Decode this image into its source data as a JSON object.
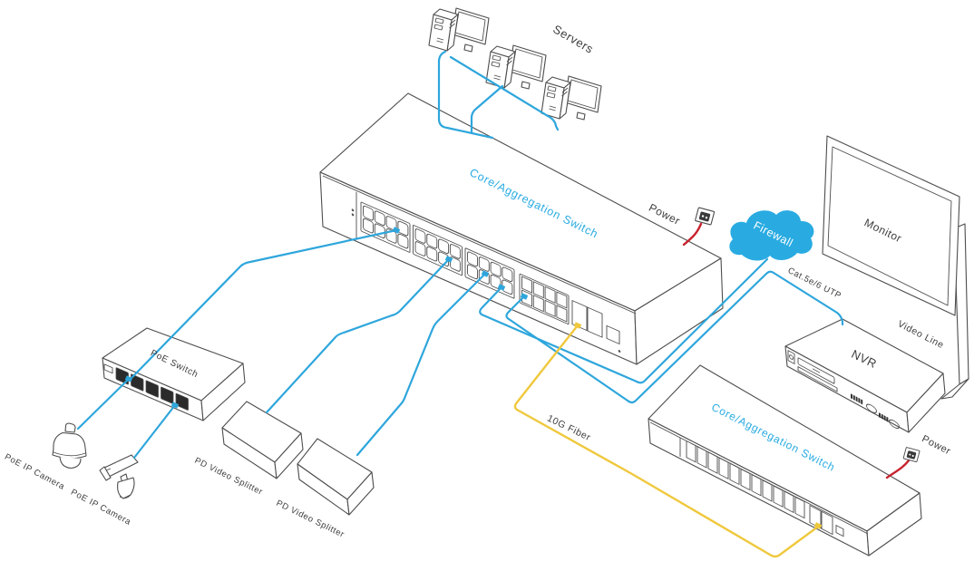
{
  "labels": {
    "servers": "Servers",
    "core_switch_top": "Core/Aggregation Switch",
    "core_switch_bottom": "Core/Aggregation Switch",
    "power_top": "Power",
    "power_bottom": "Power",
    "firewall": "Firewall",
    "monitor": "Monitor",
    "nvr": "NVR",
    "video_line": "Video Line",
    "cat5e_utp": "Cat.5e/6 UTP",
    "fiber_10g": "10G Fiber",
    "poe_switch": "PoE Switch",
    "poe_camera_1": "PoE IP Camera",
    "poe_camera_2": "PoE IP Camera",
    "pd_splitter_1": "PD Video Splitter",
    "pd_splitter_2": "PD Video Splitter"
  },
  "colors": {
    "cable_ethernet": "#2EA6DC",
    "cable_fiber": "#EFC83C",
    "cable_power": "#C8232F",
    "accent": "#29ABE2",
    "outline": "#4d4d4d",
    "label_text": "#3d3d3d"
  },
  "devices": [
    "Servers (x3)",
    "Core/Aggregation Switch (24-port)",
    "Core/Aggregation Switch (fiber)",
    "Firewall",
    "Monitor",
    "NVR",
    "PoE Switch",
    "PoE IP Camera (dome)",
    "PoE IP Camera (bullet)",
    "PD Video Splitter (x2)",
    "Power outlet (x2)"
  ],
  "connections": [
    {
      "from": "Servers",
      "to": "Core/Aggregation Switch (top)",
      "medium": "ethernet"
    },
    {
      "from": "Core/Aggregation Switch (top)",
      "to": "PoE Switch",
      "medium": "ethernet"
    },
    {
      "from": "Core/Aggregation Switch (top)",
      "to": "PD Video Splitter 1",
      "medium": "ethernet"
    },
    {
      "from": "Core/Aggregation Switch (top)",
      "to": "PD Video Splitter 2",
      "medium": "ethernet"
    },
    {
      "from": "Core/Aggregation Switch (top)",
      "to": "Firewall",
      "medium": "ethernet"
    },
    {
      "from": "Core/Aggregation Switch (top)",
      "to": "NVR",
      "medium": "Cat.5e/6 UTP"
    },
    {
      "from": "Core/Aggregation Switch (top)",
      "to": "Core/Aggregation Switch (bottom)",
      "medium": "10G Fiber"
    },
    {
      "from": "PoE Switch",
      "to": "PoE IP Camera (dome)",
      "medium": "ethernet"
    },
    {
      "from": "PoE Switch",
      "to": "PoE IP Camera (bullet)",
      "medium": "ethernet"
    },
    {
      "from": "Power outlet",
      "to": "Core/Aggregation Switch (top)",
      "medium": "power"
    },
    {
      "from": "Power outlet",
      "to": "Core/Aggregation Switch (bottom)",
      "medium": "power"
    },
    {
      "from": "NVR",
      "to": "Monitor",
      "medium": "video line"
    }
  ]
}
